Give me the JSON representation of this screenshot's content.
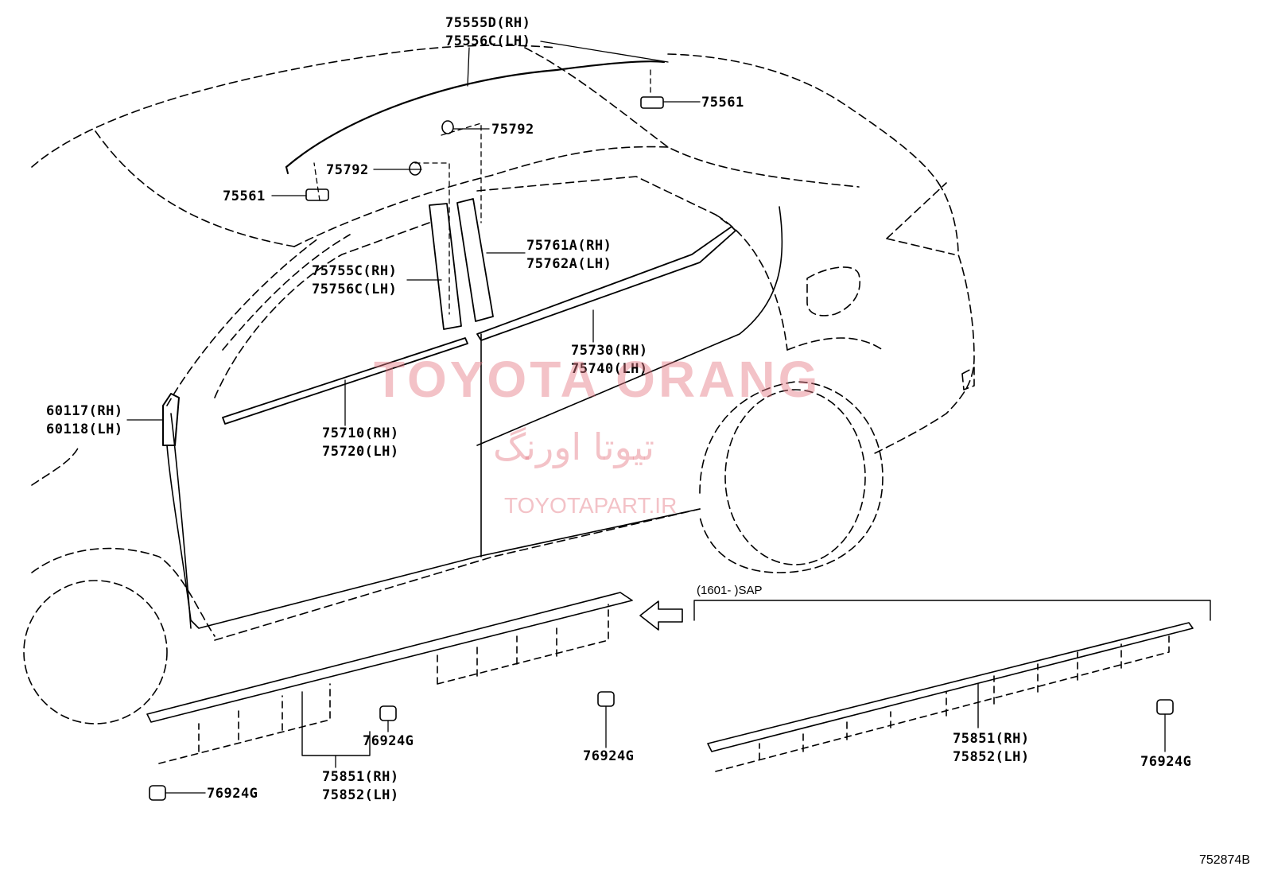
{
  "labels": {
    "p75555d": "75555D(RH)",
    "p75556c": "75556C(LH)",
    "p75561_right": "75561",
    "p75792_top": "75792",
    "p75792_mid": "75792",
    "p75561_left": "75561",
    "p75761a": "75761A(RH)",
    "p75762a": "75762A(LH)",
    "p75755c": "75755C(RH)",
    "p75756c": "75756C(LH)",
    "p75730": "75730(RH)",
    "p75740": "75740(LH)",
    "p60117": "60117(RH)",
    "p60118": "60118(LH)",
    "p75710": "75710(RH)",
    "p75720": "75720(LH)",
    "sap_note": "(1601-      )SAP",
    "p76924g_a": "76924G",
    "p76924g_b": "76924G",
    "p76924g_c": "76924G",
    "p76924g_d": "76924G",
    "p75851_left": "75851(RH)",
    "p75852_left": "75852(LH)",
    "p75851_right": "75851(RH)",
    "p75852_right": "75852(LH)"
  },
  "watermark": {
    "brand": "TOYOTA ORANG",
    "brand_fa": "تیوتا اورنگ",
    "site": "TOYOTAPART.IR"
  },
  "diagram_code": "752874B"
}
